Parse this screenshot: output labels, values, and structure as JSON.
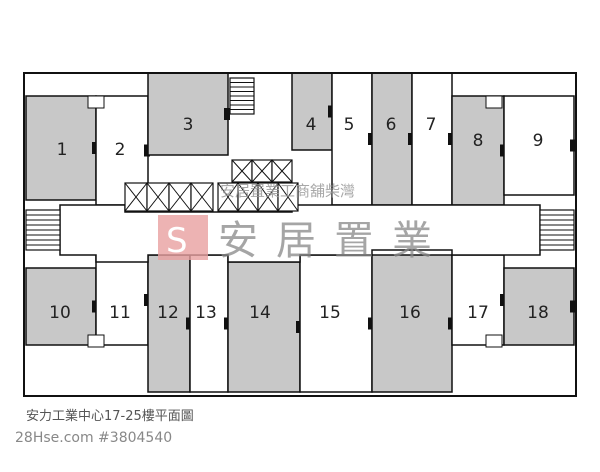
{
  "caption": "安力工業中心17-25樓平面圖",
  "source": "28Hse.com #3804540",
  "watermark": {
    "line": "安居置業工商舖柴灣",
    "logo_text": "安居置業",
    "logo_color": "#e8a0a0"
  },
  "colors": {
    "shaded": "#c8c8c8",
    "unshaded": "#ffffff",
    "wall": "#111111"
  },
  "units": [
    {
      "label": "1",
      "shaded": true
    },
    {
      "label": "2",
      "shaded": false
    },
    {
      "label": "3",
      "shaded": true
    },
    {
      "label": "4",
      "shaded": true
    },
    {
      "label": "5",
      "shaded": false
    },
    {
      "label": "6",
      "shaded": true
    },
    {
      "label": "7",
      "shaded": false
    },
    {
      "label": "8",
      "shaded": true
    },
    {
      "label": "9",
      "shaded": false
    },
    {
      "label": "10",
      "shaded": true
    },
    {
      "label": "11",
      "shaded": false
    },
    {
      "label": "12",
      "shaded": true
    },
    {
      "label": "13",
      "shaded": false
    },
    {
      "label": "14",
      "shaded": true
    },
    {
      "label": "15",
      "shaded": false
    },
    {
      "label": "16",
      "shaded": true
    },
    {
      "label": "17",
      "shaded": false
    },
    {
      "label": "18",
      "shaded": true
    }
  ]
}
